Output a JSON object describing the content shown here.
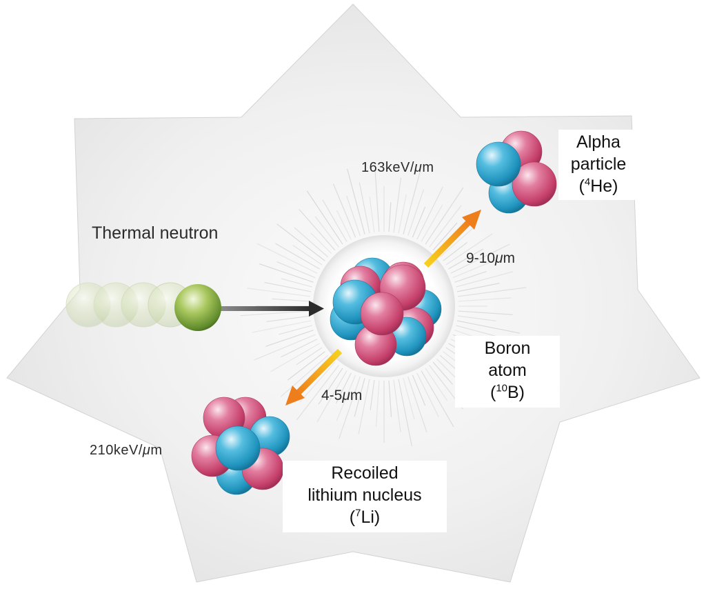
{
  "labels": {
    "thermal_neutron": "Thermal neutron",
    "alpha_energy": "163keV/",
    "alpha_energy_mu": "μ",
    "alpha_energy_m": "m",
    "alpha_range": "9-10",
    "alpha_range_mu": "μ",
    "alpha_range_m": "m",
    "lithium_range": "4-5",
    "lithium_range_mu": "μ",
    "lithium_range_m": "m",
    "lithium_energy": "210keV/",
    "lithium_energy_mu": "μ",
    "lithium_energy_m": "m"
  },
  "boxes": {
    "alpha": {
      "line1": "Alpha",
      "line2": "particle",
      "open": "(",
      "mass": "4",
      "symbol": "He)"
    },
    "boron": {
      "line1": "Boron",
      "line2": "atom",
      "open": "(",
      "mass": "10",
      "symbol": "B)"
    },
    "lithium": {
      "line1": "Recoiled",
      "line2": "lithium nucleus",
      "open": "(",
      "mass": "7",
      "symbol": "Li)"
    }
  },
  "colors": {
    "proton": "#d9507d",
    "neutron_ball": "#2aa6cf",
    "thermal_neutron": "#7aa53a",
    "arrow_orange": "#f29a1f",
    "arrow_dark": "#2b2b2b",
    "background_star": "#ededed"
  }
}
